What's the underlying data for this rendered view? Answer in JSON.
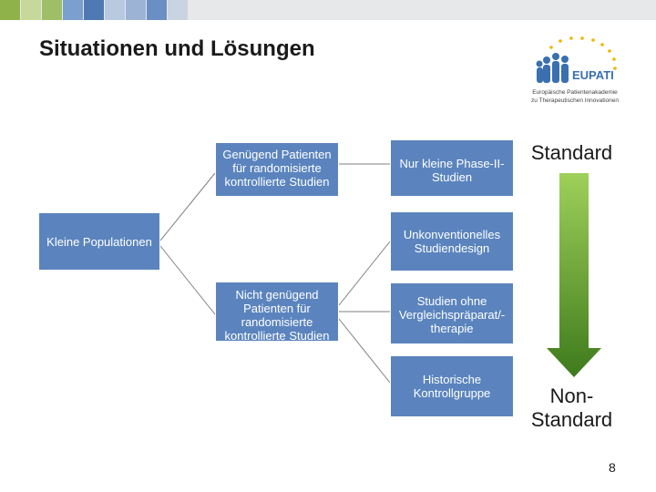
{
  "header": {
    "title": "Situationen und Lösungen",
    "square_colors": [
      "#8fb24a",
      "#c6d89a",
      "#9fbf66",
      "#7b9fcf",
      "#4f79b3",
      "#b9c9e0",
      "#9db3d6",
      "#6a8fc4",
      "#c9d3e2"
    ]
  },
  "logo": {
    "name": "EUPATI",
    "subtitle_line1": "Europäische Patientenakademie",
    "subtitle_line2": "zu Therapeutischen Innovationen"
  },
  "diagram": {
    "root": "Kleine Populationen",
    "branch_enough": "Genügend Patienten für randomisierte kontrollierte Studien",
    "branch_not_enough": "Nicht genügend Patienten für randomisierte kontrollierte Studien",
    "leaf_phase": "Nur kleine Phase-II-Studien",
    "leaf_unconventional": "Unkonventionelles Studiendesign",
    "leaf_no_comparator": "Studien ohne Vergleichspräparat/-therapie",
    "leaf_historic": "Historische Kontrollgruppe"
  },
  "scale": {
    "top_label": "Standard",
    "bottom_label": "Non-Standard",
    "colors": {
      "top": "#9fd05a",
      "bottom": "#3e7a1c"
    }
  },
  "page_number": "8"
}
